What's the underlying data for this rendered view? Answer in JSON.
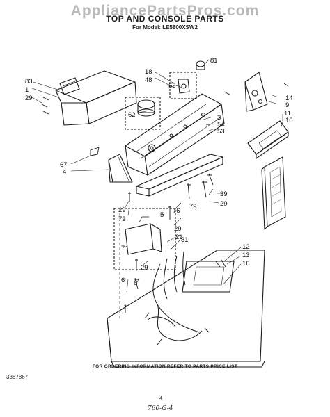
{
  "watermark": "AppliancePartsPros.com",
  "title": "TOP AND CONSOLE PARTS",
  "subtitle": "For Model: LE5800XSW2",
  "callouts": [
    "1",
    "3",
    "4",
    "5",
    "6",
    "7",
    "8",
    "9",
    "10",
    "11",
    "12",
    "13",
    "14",
    "16",
    "18",
    "21",
    "29",
    "29",
    "29",
    "29",
    "29",
    "31",
    "39",
    "48",
    "53",
    "54",
    "62",
    "62",
    "67",
    "72",
    "76",
    "79",
    "81",
    "83"
  ],
  "footer": {
    "ordering_note": "FOR ORDERING INFORMATION REFER TO PARTS PRICE LIST",
    "doc_number": "3387867",
    "page_number": "4",
    "handwritten_code": "760-G-4"
  },
  "colors": {
    "ink": "#1a1a1a",
    "watermark": "#8c8c8c"
  }
}
